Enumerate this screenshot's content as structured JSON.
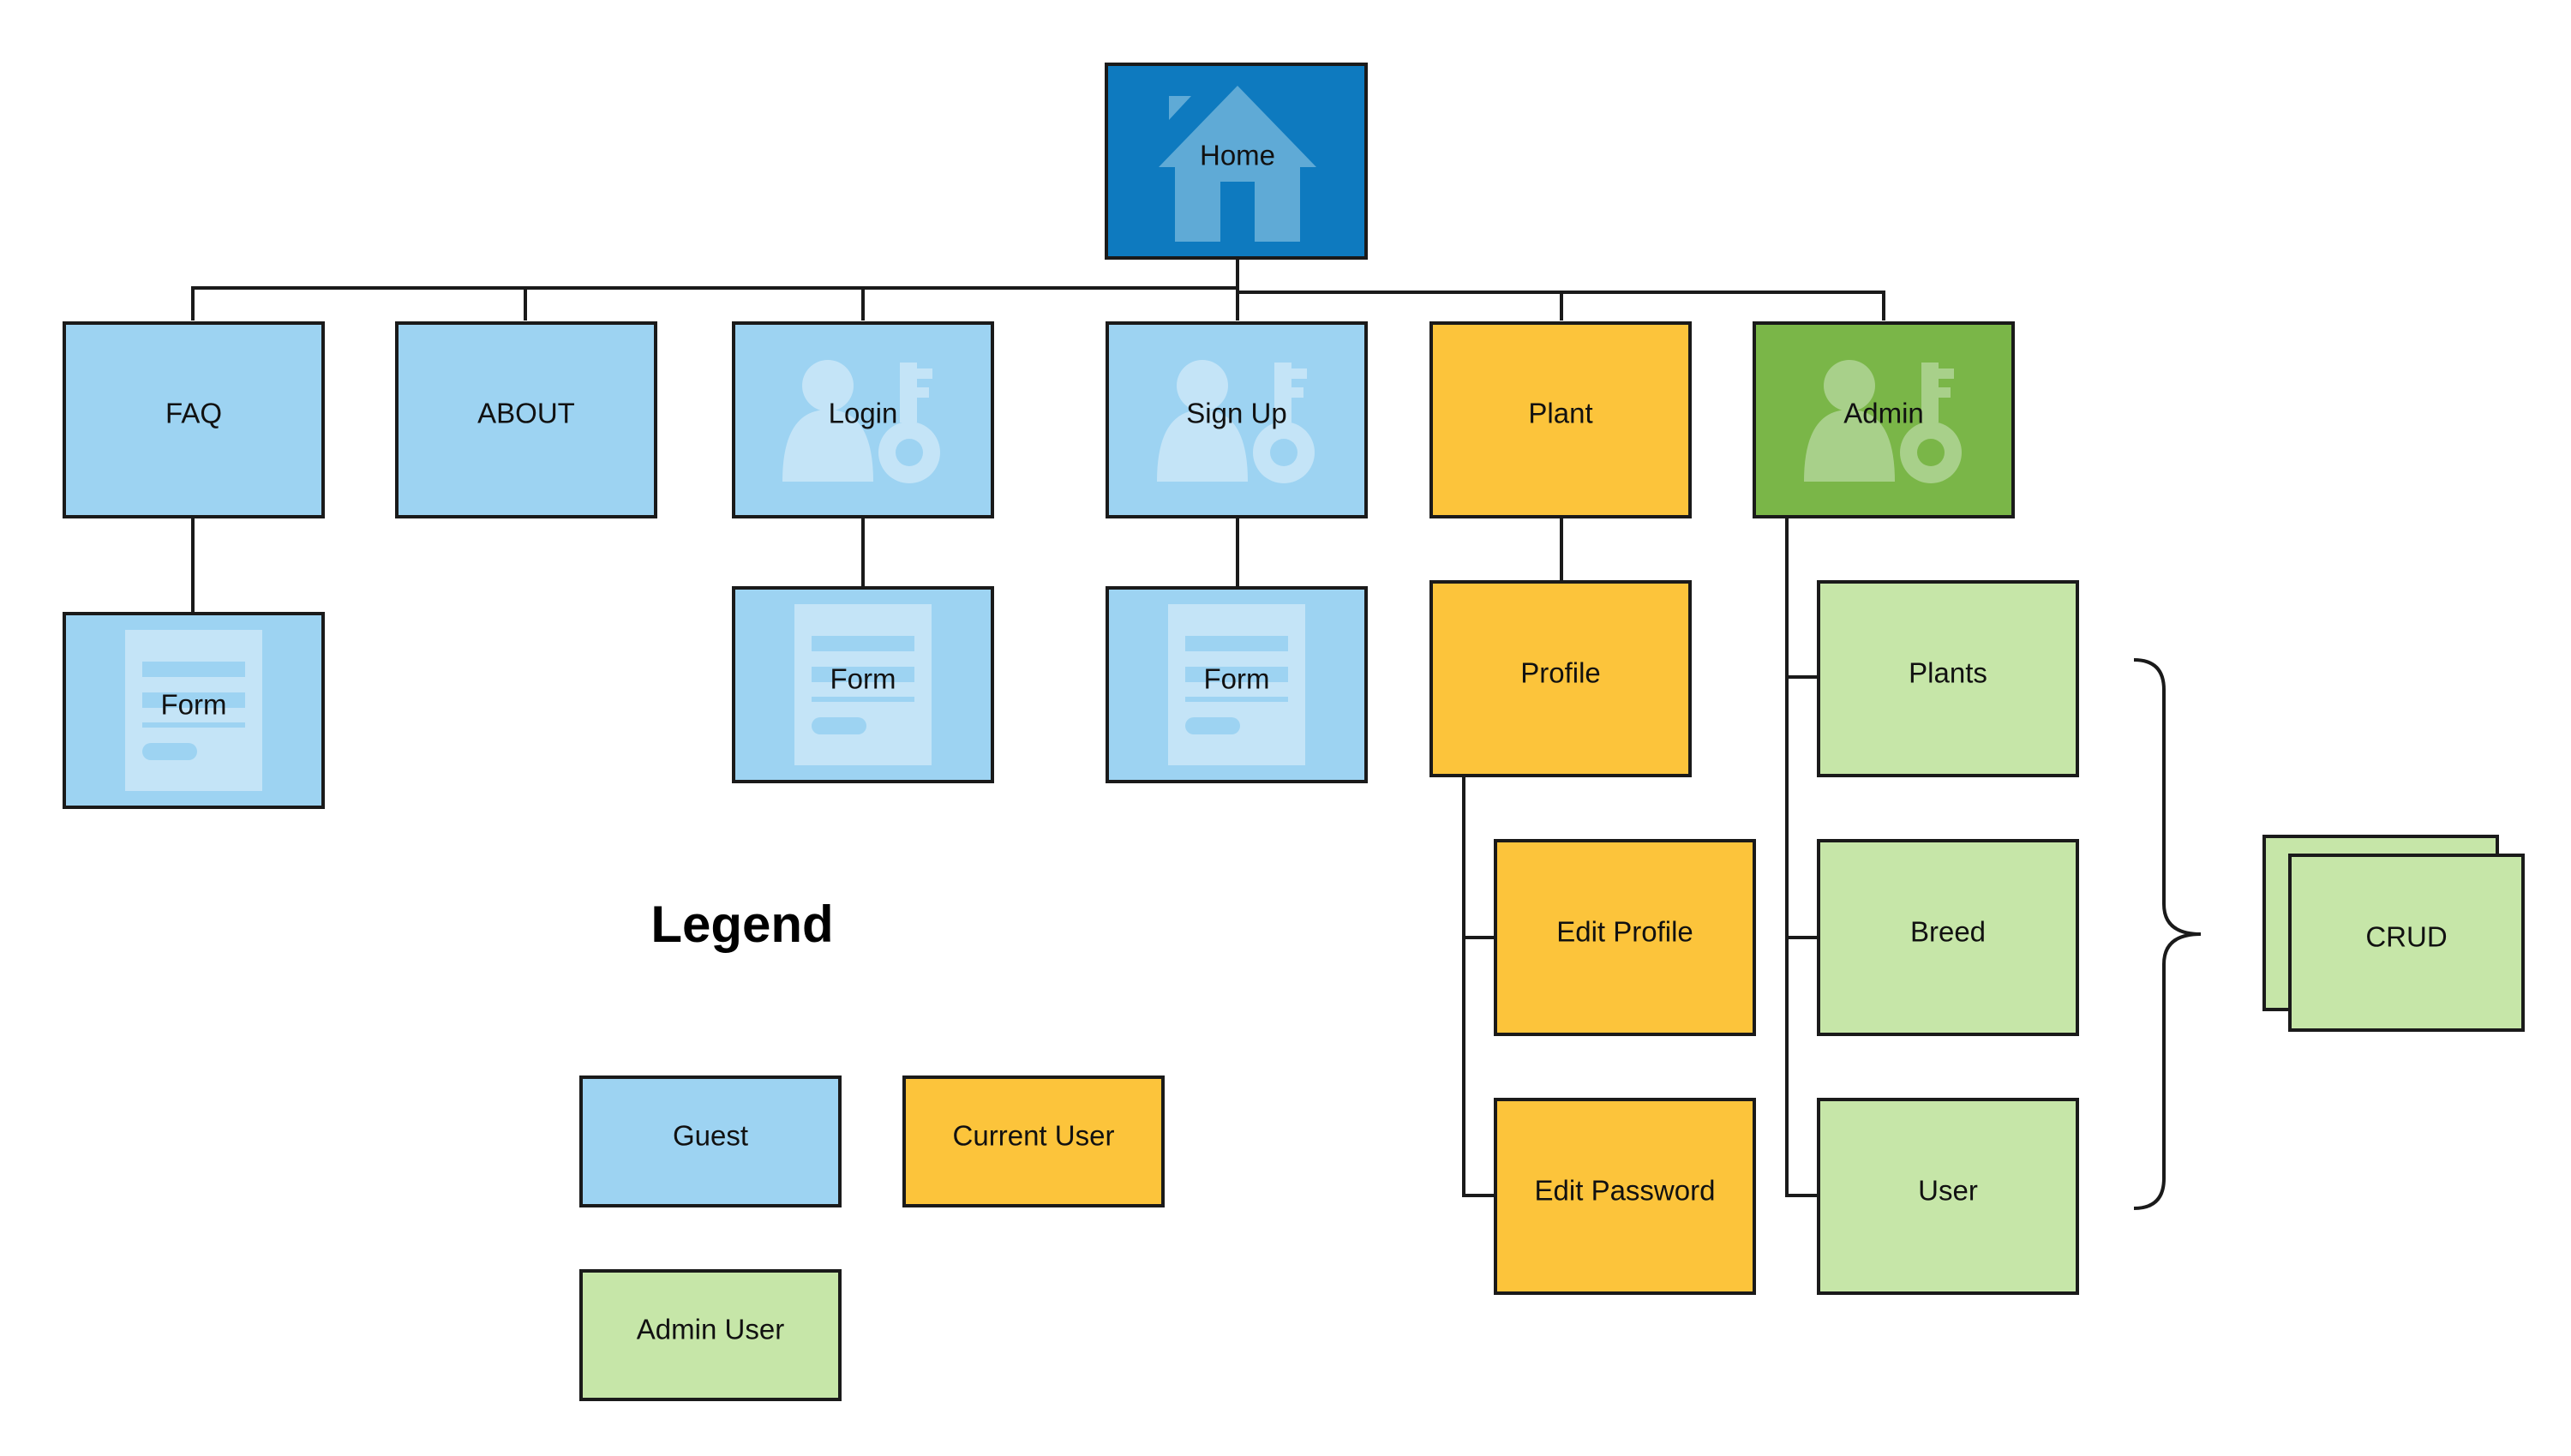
{
  "colors": {
    "home": "#0e7abf",
    "guest": "#9dd3f2",
    "current_user": "#fcc43b",
    "admin": "#7ab648",
    "admin_light": "#c6e6a8",
    "stroke": "#1a1a1a",
    "icon_light": "#c4e4f7"
  },
  "nodes": {
    "home": "Home",
    "faq": "FAQ",
    "about": "ABOUT",
    "login": "Login",
    "signup": "Sign Up",
    "plant": "Plant",
    "admin": "Admin",
    "faq_form": "Form",
    "login_form": "Form",
    "signup_form": "Form",
    "profile": "Profile",
    "edit_profile": "Edit Profile",
    "edit_password": "Edit Password",
    "plants": "Plants",
    "breed": "Breed",
    "user": "User",
    "crud": "CRUD"
  },
  "legend": {
    "title": "Legend",
    "guest": "Guest",
    "current_user": "Current User",
    "admin_user": "Admin User"
  }
}
